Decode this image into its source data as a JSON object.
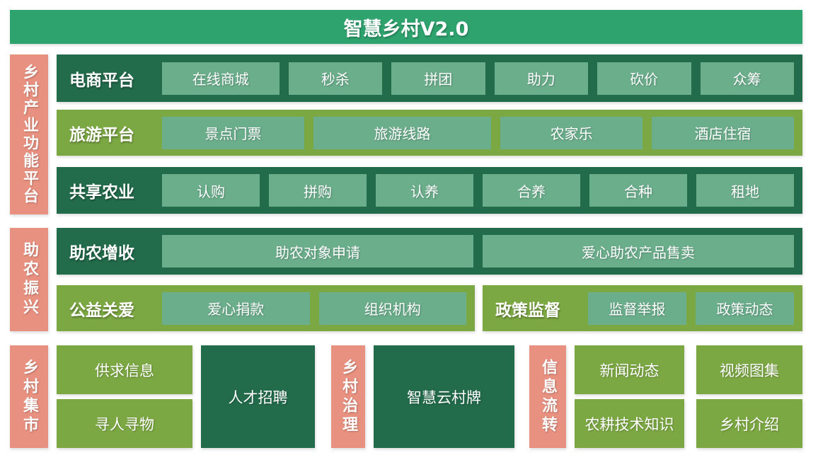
{
  "title": "智慧乡村V2.0",
  "colors": {
    "banner": "#2FA36E",
    "dark_green": "#226B4B",
    "olive_green": "#7CA843",
    "light_green": "#6BAE8C",
    "salmon": "#E99180",
    "text": "#FFFFFF"
  },
  "platform": {
    "side_label": "乡村产业功能平台",
    "ecommerce": {
      "label": "电商平台",
      "items": [
        "在线商城",
        "秒杀",
        "拼团",
        "助力",
        "砍价",
        "众筹"
      ]
    },
    "tourism": {
      "label": "旅游平台",
      "items": [
        "景点门票",
        "旅游线路",
        "农家乐",
        "酒店住宿"
      ]
    },
    "shared_agriculture": {
      "label": "共享农业",
      "items": [
        "认购",
        "拼购",
        "认养",
        "合养",
        "合种",
        "租地"
      ]
    }
  },
  "assistance": {
    "side_label": "助农振兴",
    "income": {
      "label": "助农增收",
      "items": [
        "助农对象申请",
        "爱心助农产品售卖"
      ]
    },
    "charity": {
      "label": "公益关爱",
      "items": [
        "爱心捐款",
        "组织机构"
      ]
    },
    "policy": {
      "label": "政策监督",
      "items": [
        "监督举报",
        "政策动态"
      ]
    }
  },
  "market": {
    "side_label": "乡村集市",
    "items": [
      "供求信息",
      "寻人寻物",
      "人才招聘"
    ]
  },
  "governance": {
    "side_label": "乡村治理",
    "items": [
      "智慧云村牌"
    ]
  },
  "info_flow": {
    "side_label": "信息流转",
    "items": [
      "新闻动态",
      "视频图集",
      "农耕技术知识",
      "乡村介绍"
    ]
  }
}
